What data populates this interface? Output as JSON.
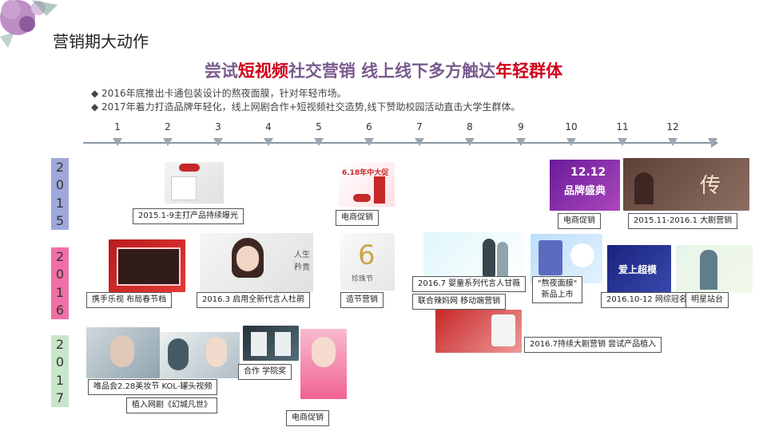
{
  "page_title": "营销期大动作",
  "headline": {
    "p1": "尝试",
    "hl1": "短视频",
    "p2": "社交营销 线上线下多方触达",
    "hl2": "年轻群体"
  },
  "bullets": [
    "◆ 2016年底推出卡通包装设计的熬夜面膜，针对年轻市场。",
    "◆ 2017年着力打造品牌年轻化，线上网剧合作+短视频社交造势,线下赞助校园活动直击大学生群体。"
  ],
  "months": [
    "1",
    "2",
    "3",
    "4",
    "5",
    "6",
    "7",
    "8",
    "9",
    "10",
    "11",
    "12"
  ],
  "years": {
    "y2015": [
      "2",
      "0",
      "1",
      "5"
    ],
    "y2016": [
      "2",
      "0",
      "1",
      "6"
    ],
    "y2017": [
      "2",
      "0",
      "1",
      "7"
    ]
  },
  "labels": {
    "l2015_1": "2015.1-9主打产品持续曝光",
    "l2015_2": "电商促销",
    "l2015_3": "电商促销",
    "l2015_4": "2015.11-2016.1 大剧营销",
    "l2016_1": "携手乐视 布局春节档",
    "l2016_2": "2016.3 启用全新代言人杜鹃",
    "l2016_3": "造节营销",
    "l2016_4": "2016.7 婴童系列代言人甘薇",
    "l2016_5": "联合辣妈网 移动端营销",
    "l2016_6a": "\"熬夜面膜\"",
    "l2016_6b": "新品上市",
    "l2016_7": "2016.10-12 网综冠名",
    "l2016_8": "明星站台",
    "l2016_9": "2016.7持续大剧营销 尝试产品植入",
    "l2017_1": "唯品会2.28美妆节 KOL-罐头视频",
    "l2017_2": "植入网剧《幻城凡世》",
    "l2017_3": "合作 学院奖",
    "l2017_4": "电商促销"
  },
  "image_text": {
    "promo_1212a": "12.12",
    "promo_1212b": "品牌盛典",
    "drama": "传",
    "pearl_day": "6",
    "pearl_day_sub": "珍珠节",
    "spokes_a": "人生",
    "spokes_b": "矜贵",
    "variety": "爱上超模",
    "sale_618": "6.18年中大促"
  },
  "colors": {
    "accent_red": "#d0021b",
    "headline_purple": "#7a5c8e",
    "y2015": "#9fa8da",
    "y2016": "#f06fa6",
    "y2017": "#c8e6c9"
  }
}
